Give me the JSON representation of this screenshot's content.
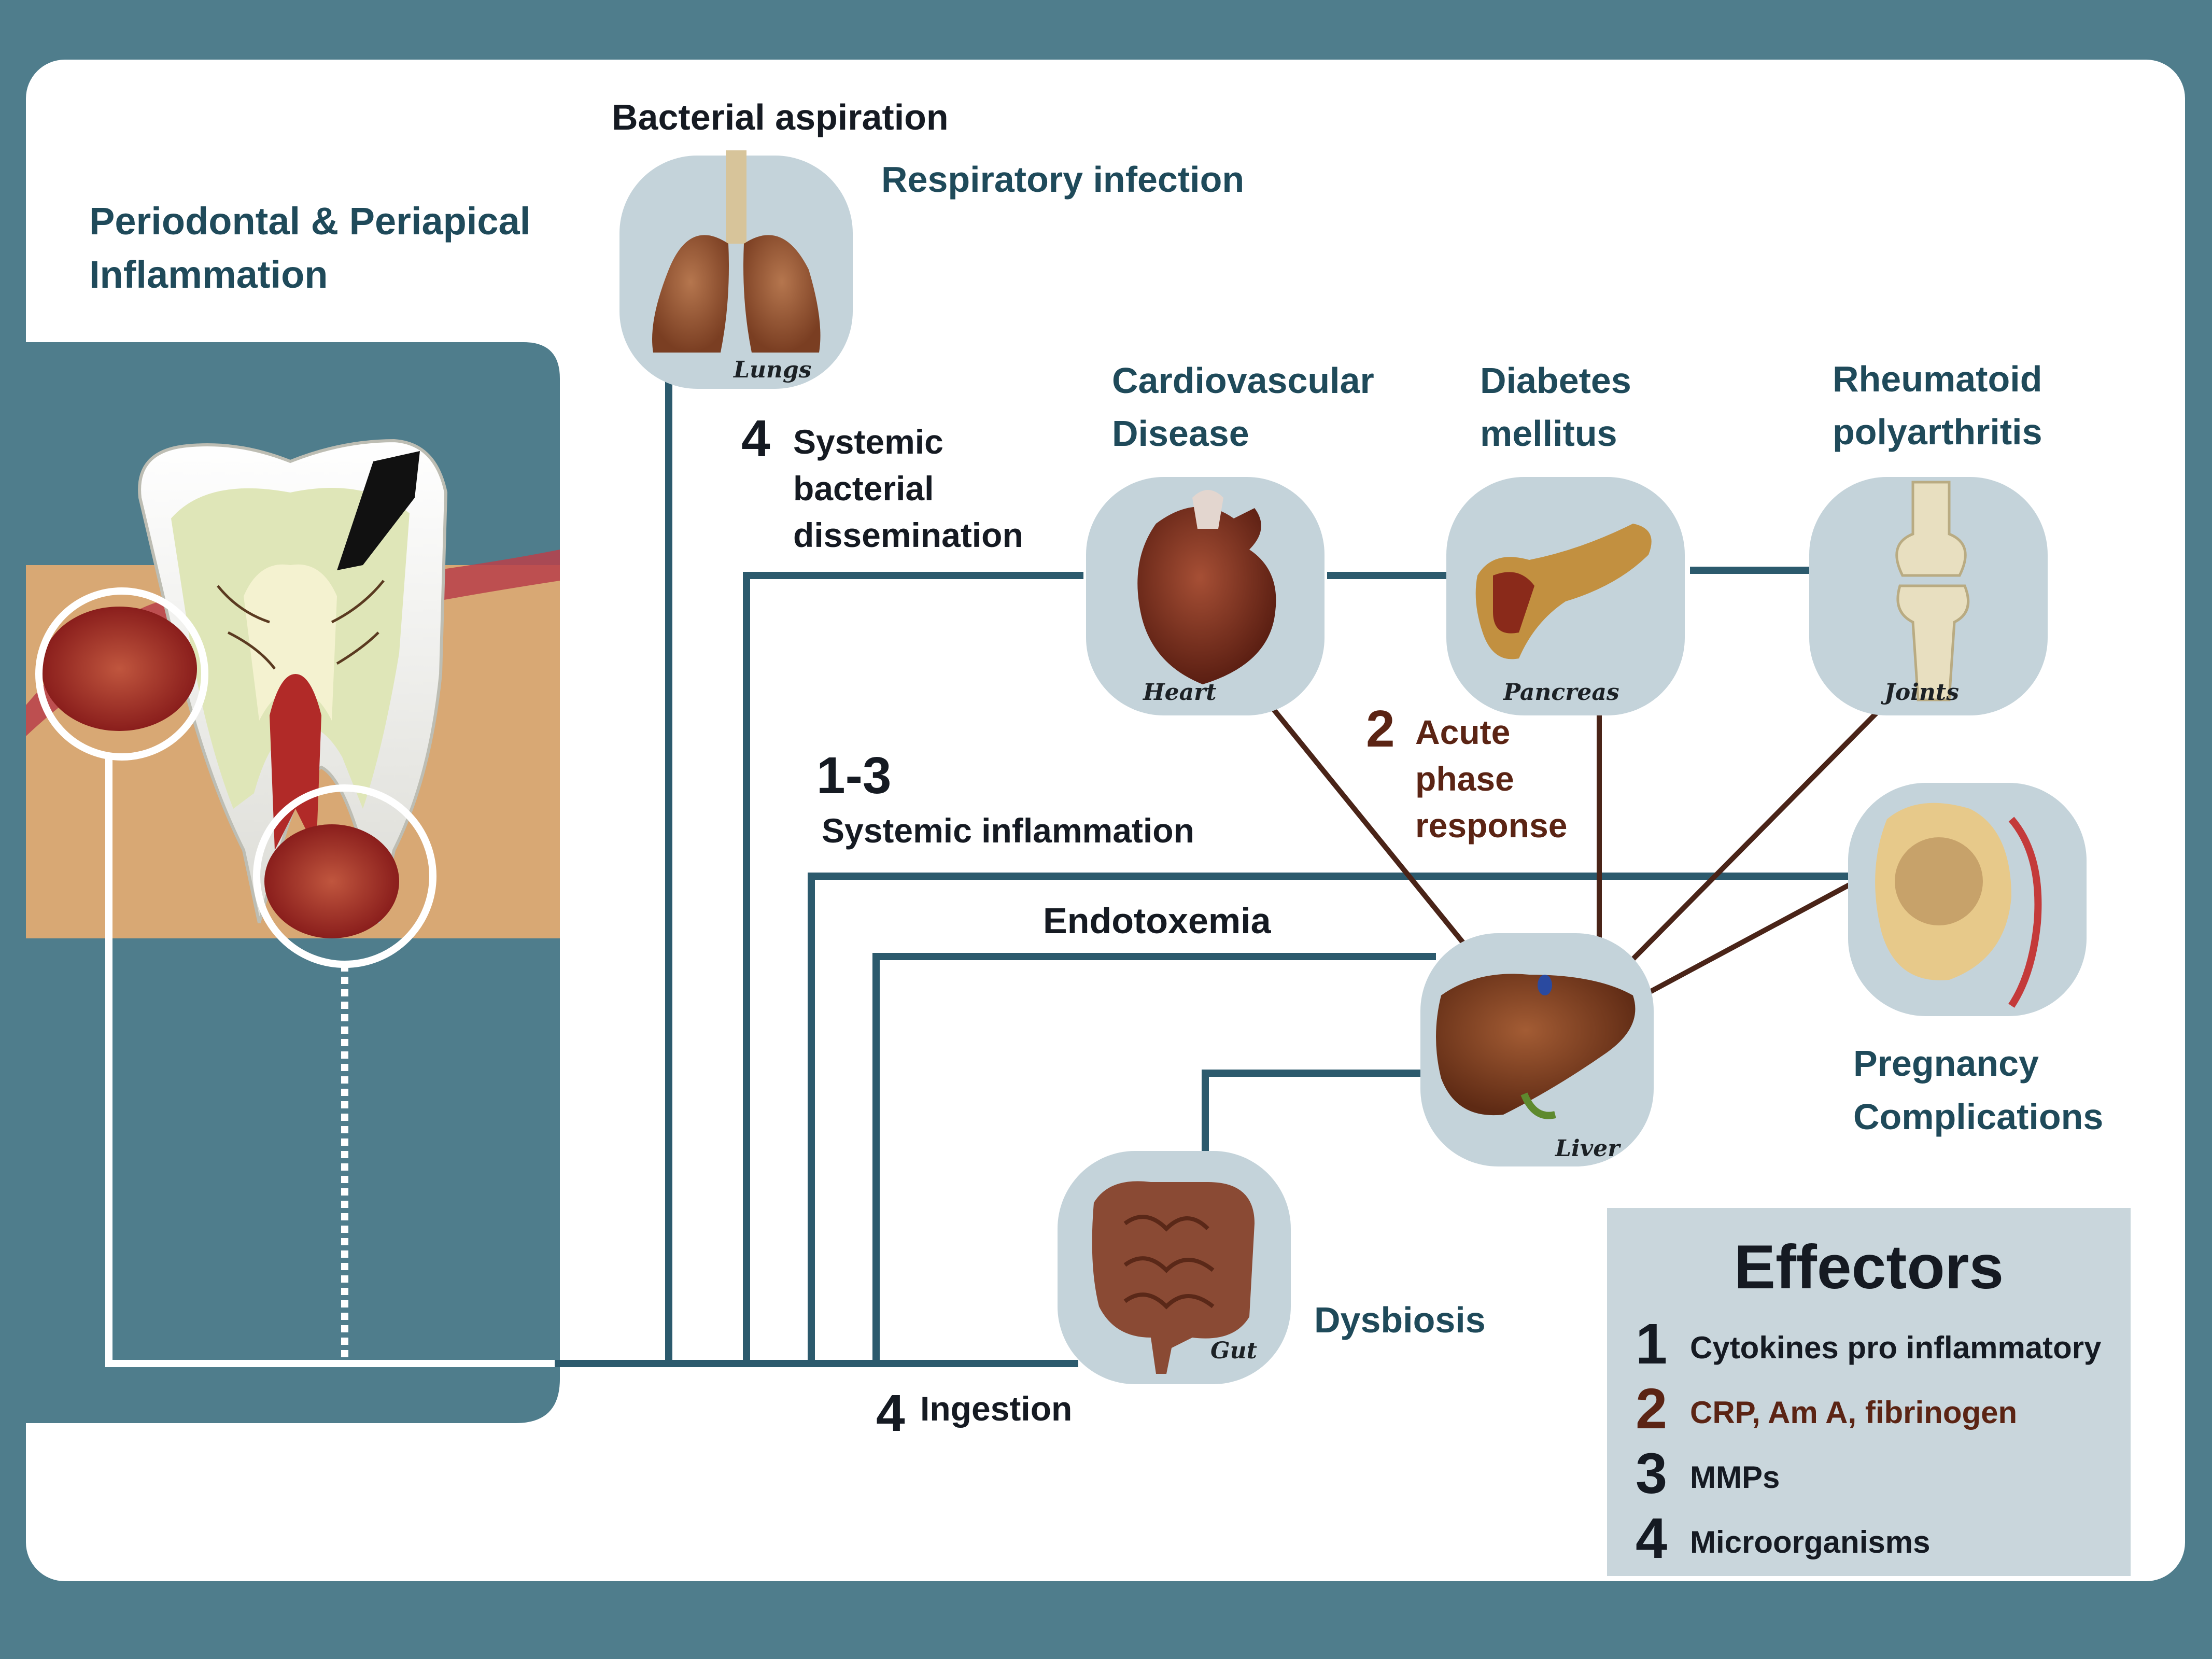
{
  "header": {
    "title_line1": "Periodontal & Periapical",
    "title_line2": "Inflammation"
  },
  "pathways": {
    "bacterial_aspiration": "Bacterial aspiration",
    "respiratory_infection": "Respiratory infection",
    "systemic_dissemination": {
      "number": "4",
      "line1": "Systemic",
      "line2": "bacterial",
      "line3": "dissemination"
    },
    "systemic_inflammation": {
      "number": "1-3",
      "label": "Systemic inflammation"
    },
    "endotoxemia": "Endotoxemia",
    "acute_phase": {
      "number": "2",
      "line1": "Acute",
      "line2": "phase",
      "line3": "response"
    },
    "ingestion": {
      "number": "4",
      "label": "Ingestion"
    },
    "dysbiosis": "Dysbiosis"
  },
  "diseases": {
    "cardiovascular": {
      "line1": "Cardiovascular",
      "line2": "Disease"
    },
    "diabetes": {
      "line1": "Diabetes",
      "line2": "mellitus"
    },
    "rheumatoid": {
      "line1": "Rheumatoid",
      "line2": "polyarthritis"
    },
    "pregnancy": {
      "line1": "Pregnancy",
      "line2": "Complications"
    }
  },
  "organs": {
    "lungs": "Lungs",
    "heart": "Heart",
    "pancreas": "Pancreas",
    "joints": "Joints",
    "liver": "Liver",
    "gut": "Gut"
  },
  "effectors": {
    "title": "Effectors",
    "items": [
      {
        "number": "1",
        "label": "Cytokines pro inflammatory"
      },
      {
        "number": "2",
        "label": "CRP, Am A, fibrinogen"
      },
      {
        "number": "3",
        "label": "MMPs"
      },
      {
        "number": "4",
        "label": "Microorganisms"
      }
    ]
  },
  "colors": {
    "frame": "#4f7d8c",
    "line": "#2c5a6d",
    "brown_line": "#4a2418",
    "panel": "#c9d6dc",
    "organ_bg": "#c4d3da"
  }
}
